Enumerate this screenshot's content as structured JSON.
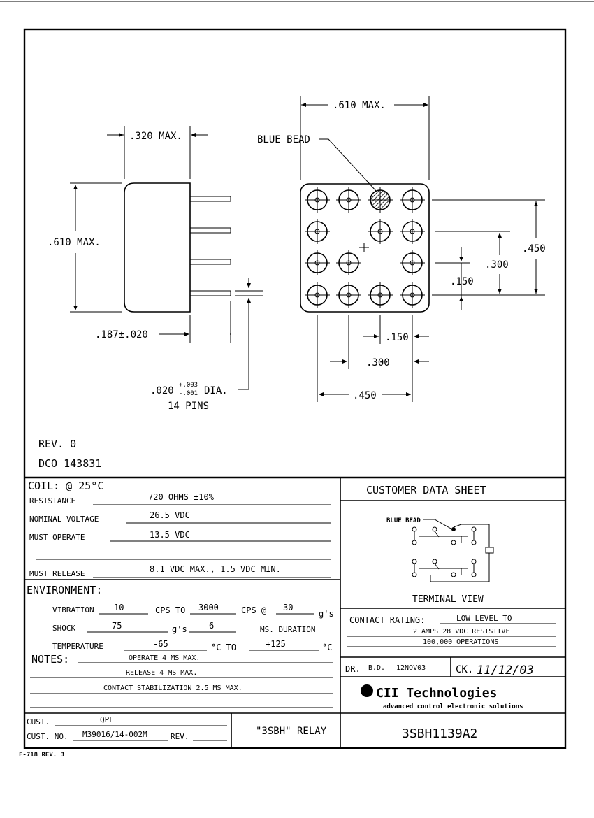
{
  "drawing": {
    "dim_320": ".320 MAX.",
    "dim_610_top": ".610 MAX.",
    "dim_610_left": ".610 MAX.",
    "blue_bead": "BLUE BEAD",
    "dim_187": ".187±.020",
    "dim_450_right": ".450",
    "dim_300_right": ".300",
    "dim_150_right": ".150",
    "dim_150_bottom": ".150",
    "dim_300_bottom": ".300",
    "dim_450_bottom": ".450",
    "pin_dia_main": ".020",
    "pin_tol_plus": "+.003",
    "pin_tol_minus": "-.001",
    "pin_dia_suffix": "DIA.",
    "pin_count": "14 PINS",
    "rev": "REV. 0",
    "dco": "DCO 143831"
  },
  "coil": {
    "header": "COIL: @ 25°C",
    "resistance_label": "RESISTANCE",
    "resistance_value": "720 OHMS ±10%",
    "nominal_label": "NOMINAL VOLTAGE",
    "nominal_value": "26.5 VDC",
    "operate_label": "MUST OPERATE",
    "operate_value": "13.5 VDC",
    "release_label": "MUST RELEASE",
    "release_value": "8.1 VDC MAX., 1.5 VDC MIN."
  },
  "environment": {
    "header": "ENVIRONMENT:",
    "vibration_label": "VIBRATION",
    "vibration_value": "10",
    "cps_to": "CPS TO",
    "vibration_max": "3000",
    "cps_at": "CPS @",
    "vibration_g": "30",
    "g_s": "g's",
    "shock_label": "SHOCK",
    "shock_value": "75",
    "shock_g_s": "g's",
    "shock_duration": "6",
    "ms_duration": "MS. DURATION",
    "temp_label": "TEMPERATURE",
    "temp_min": "-65",
    "deg_c_to": "°C  TO",
    "temp_max": "+125",
    "deg_c": "°C"
  },
  "notes": {
    "header": "NOTES:",
    "lines": [
      "OPERATE 4 MS MAX.",
      "RELEASE 4 MS MAX.",
      "CONTACT STABILIZATION 2.5 MS MAX."
    ]
  },
  "customer_sheet": {
    "title": "CUSTOMER DATA SHEET",
    "blue_bead": "BLUE BEAD",
    "terminal_view": "TERMINAL VIEW",
    "contact_rating_label": "CONTACT RATING:",
    "contact_lines": [
      "LOW LEVEL TO",
      "2 AMPS 28 VDC RESISTIVE",
      "100,000 OPERATIONS"
    ]
  },
  "title_block": {
    "dr_label": "DR.",
    "dr_value": "B.D.",
    "dr_date": "12NOV03",
    "ck_label": "CK.",
    "ck_value": "11/12/03",
    "logo_text": "CII Technologies",
    "logo_tagline": "advanced control electronic solutions",
    "cust_label": "CUST.",
    "cust_value": "QPL",
    "cust_no_label": "CUST. NO.",
    "cust_no_value": "M39016/14-002M",
    "rev_label": "REV.",
    "relay_name": "\"3SBH\" RELAY",
    "part_number": "3SBH1139A2",
    "form": "F-718   REV. 3"
  }
}
